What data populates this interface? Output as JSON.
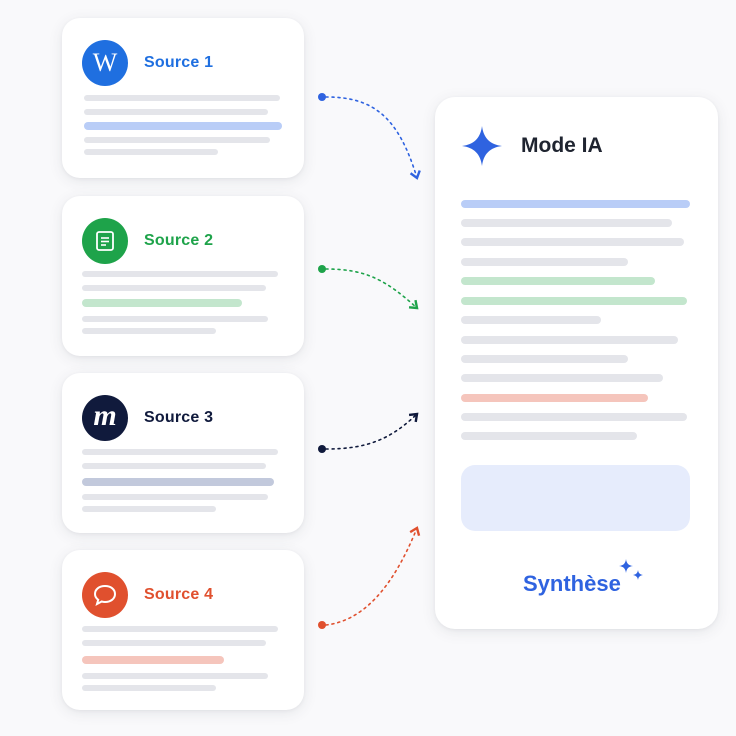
{
  "sources": [
    {
      "label": "Source 1",
      "color": "#1f6fe0",
      "icon": "wikipedia-icon",
      "logo_text": "W",
      "accent": "#b9cdf7"
    },
    {
      "label": "Source 2",
      "color": "#1ea34a",
      "icon": "document-icon",
      "logo_text": "",
      "accent": "#c3e6cd"
    },
    {
      "label": "Source 3",
      "color": "#101a3c",
      "icon": "m-logo-icon",
      "logo_text": "m",
      "accent": "#c2c9dc"
    },
    {
      "label": "Source 4",
      "color": "#e0502e",
      "icon": "chat-bubble-icon",
      "logo_text": "",
      "accent": "#f5c5bc"
    }
  ],
  "result": {
    "title": "Mode IA",
    "icon": "sparkle-icon",
    "accent": "#2f63e0",
    "footer": "Synthèse",
    "footer_icon": "sparkles-icon"
  }
}
